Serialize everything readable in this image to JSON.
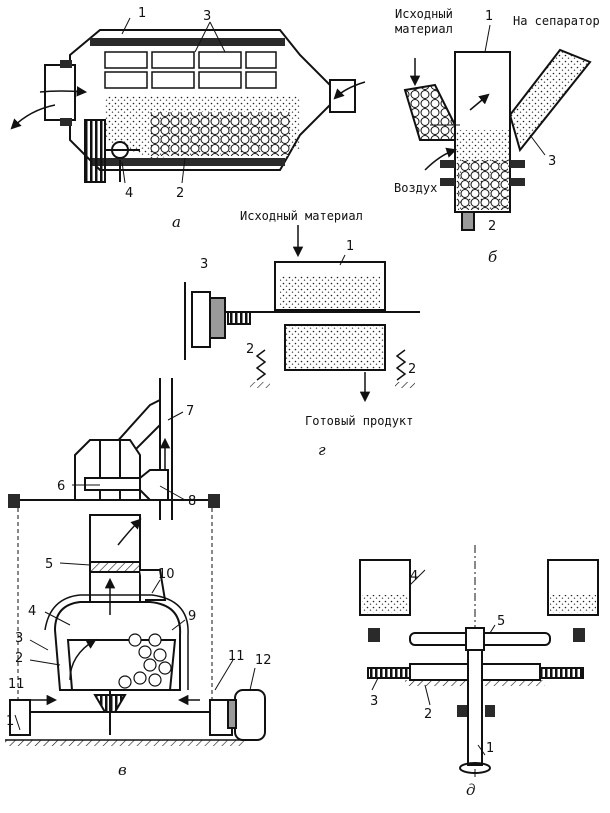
{
  "panels": {
    "a": {
      "caption": "а",
      "numbers": [
        "1",
        "3",
        "4",
        "2"
      ]
    },
    "b": {
      "caption": "б",
      "feed_label_line1": "Исходный",
      "feed_label_line2": "материал",
      "separator_label": "На сепаратор",
      "air_label": "Воздух",
      "numbers": [
        "1",
        "3",
        "2"
      ]
    },
    "g": {
      "caption": "г",
      "feed_label": "Исходный материал",
      "product_label": "Готовый продукт",
      "numbers": [
        "1",
        "3",
        "2",
        "2"
      ]
    },
    "v": {
      "caption": "в",
      "numbers": [
        "7",
        "6",
        "8",
        "5",
        "10",
        "4",
        "9",
        "3",
        "2",
        "11",
        "11",
        "12",
        "1"
      ]
    },
    "d": {
      "caption": "д",
      "numbers": [
        "4",
        "5",
        "3",
        "2",
        "1"
      ]
    }
  },
  "colors": {
    "ink": "#111111",
    "fill_dark": "#2a2a2a",
    "fill_mid": "#9a9a9a",
    "paper": "#ffffff"
  }
}
